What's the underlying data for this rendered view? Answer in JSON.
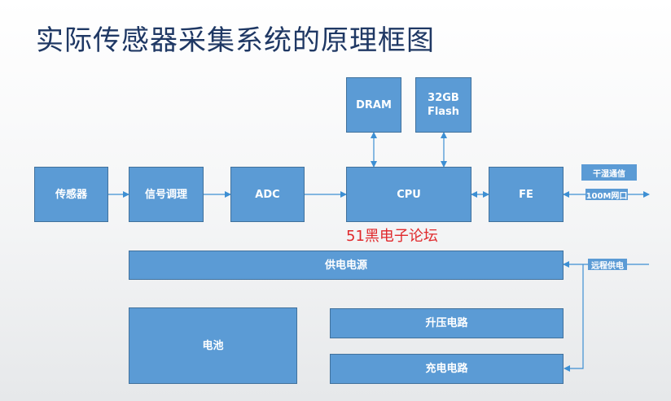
{
  "title": "实际传感器采集系统的原理框图",
  "blocks": {
    "sensor": "传感器",
    "conditioning": "信号调理",
    "adc": "ADC",
    "cpu": "CPU",
    "fe": "FE",
    "dram": "DRAM",
    "flash": "32GB\nFlash",
    "power_supply": "供电电源",
    "battery": "电池",
    "boost": "升压电路",
    "charge": "充电电路"
  },
  "labels": {
    "dry_contact": "干湿通信",
    "ethernet": "100M网口",
    "remote_power": "远程供电"
  },
  "watermark": "51黑电子论坛",
  "colors": {
    "block": "#5b9bd5",
    "block_border": "#41719c",
    "title": "#1f3864",
    "watermark": "#e0282b"
  }
}
